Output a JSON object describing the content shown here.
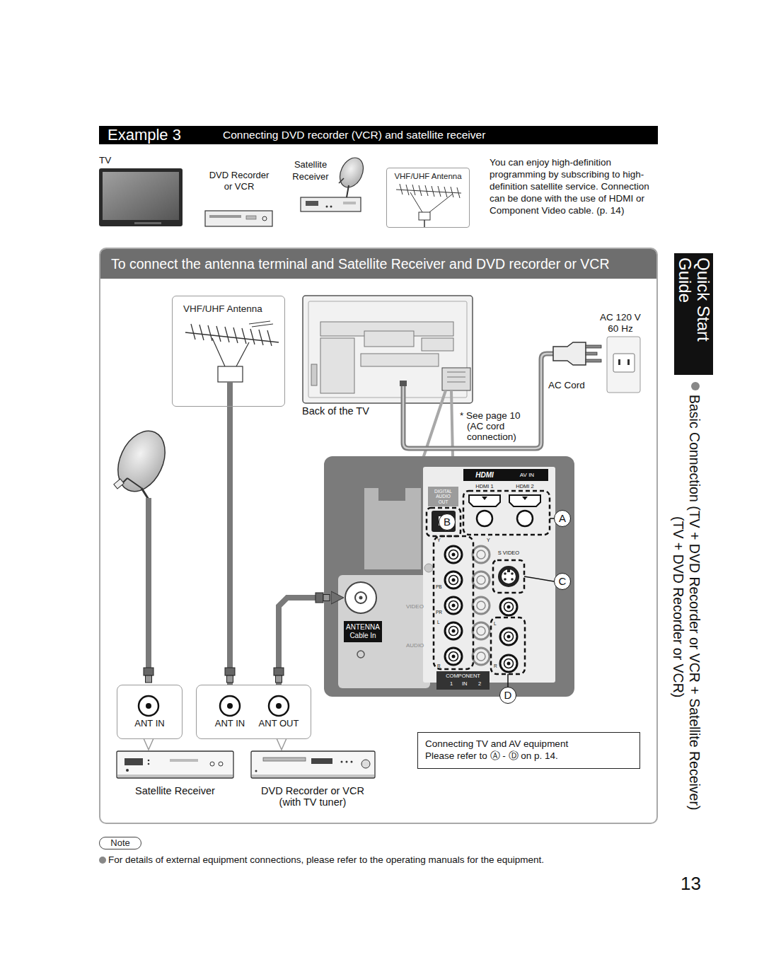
{
  "diagram": {
    "nodes": [
      {
        "text": [
          "Example 3",
          "Connecting DVD recorder (VCR) and satellite receiver"
        ]
      },
      {
        "text": [
          "VHF/UHF Antenna"
        ]
      },
      {
        "text": [
          "To connect the antenna terminal and Satellite Receiver and DVD recorder or VCR"
        ]
      },
      {
        "text": [
          "VHF/UHF Antenna"
        ],
        "in": 2
      },
      {
        "text": [
          "HDMI",
          "AV IN"
        ],
        "in": 2
      },
      {
        "text": [
          "DIGITAL AUDIO OUT"
        ],
        "in": 2
      },
      {
        "text": [
          "B"
        ],
        "in": 2
      },
      {
        "text": [
          "A"
        ],
        "in": 2
      },
      {
        "text": [
          "C"
        ],
        "in": 2
      },
      {
        "text": [
          "ANTENNA Cable In"
        ],
        "in": 2
      },
      {
        "text": [
          "D"
        ],
        "in": 2
      },
      {
        "text": [
          "ANT IN"
        ],
        "in": 2
      },
      {
        "text": [
          "ANT IN",
          "ANT OUT"
        ],
        "in": 2
      },
      {
        "text": [
          "Connecting TV and AV equipment",
          "Please refer to Ⓐ - Ⓓ on p. 14."
        ],
        "in": 2
      },
      {
        "text": [
          "Quick Start Guide"
        ]
      },
      {
        "text": [
          "Note"
        ]
      }
    ],
    "edges": [
      {
        "from": 3,
        "to": 12,
        "arrow": "none"
      },
      {
        "from": 12,
        "to": 9,
        "arrow": "to"
      }
    ],
    "labels": [
      "TV",
      "Satellite Receiver",
      "DVD Recorder or VCR",
      "You can enjoy high-definition programming by subscribing to high-definition satellite service. Connection can be done with the use of HDMI or Component Video cable. (p. 14)",
      "Back of the TV",
      "AC 120 V 60 Hz",
      "AC Cord",
      "* See page 10 (AC cord connection)",
      "HDMI 1",
      "HDMI 2",
      "S VIDEO",
      "Y",
      "PB",
      "PR",
      "L",
      "R",
      "Y",
      "L",
      "R",
      "VIDEO",
      "AUDIO",
      "COMPONENT",
      "1",
      "IN",
      "2",
      "Satellite Receiver",
      "DVD Recorder or VCR (with TV tuner)",
      "For details of external equipment connections, please refer to the operating manuals for the equipment.",
      "Basic Connection (TV + DVD Recorder or VCR + Satellite Receiver)",
      "(TV + DVD Recorder or VCR)",
      "13"
    ]
  }
}
